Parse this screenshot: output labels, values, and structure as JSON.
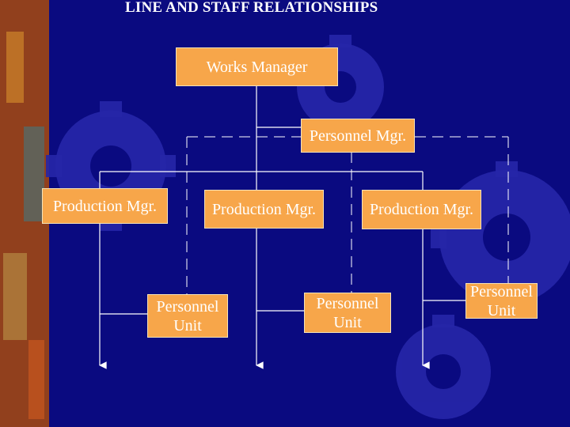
{
  "title": "LINE AND STAFF RELATIONSHIPS",
  "nodes": {
    "works_manager": "Works Manager",
    "personnel_mgr": "Personnel Mgr.",
    "production_mgr_1": "Production Mgr.",
    "production_mgr_2": "Production Mgr.",
    "production_mgr_3": "Production Mgr.",
    "personnel_unit_1": "Personnel Unit",
    "personnel_unit_2": "Personnel Unit",
    "personnel_unit_3": "Personnel Unit"
  },
  "colors": {
    "background": "#0a0a80",
    "box_fill": "#f7a64a",
    "text": "#ffffff",
    "line": "#ffffff"
  }
}
